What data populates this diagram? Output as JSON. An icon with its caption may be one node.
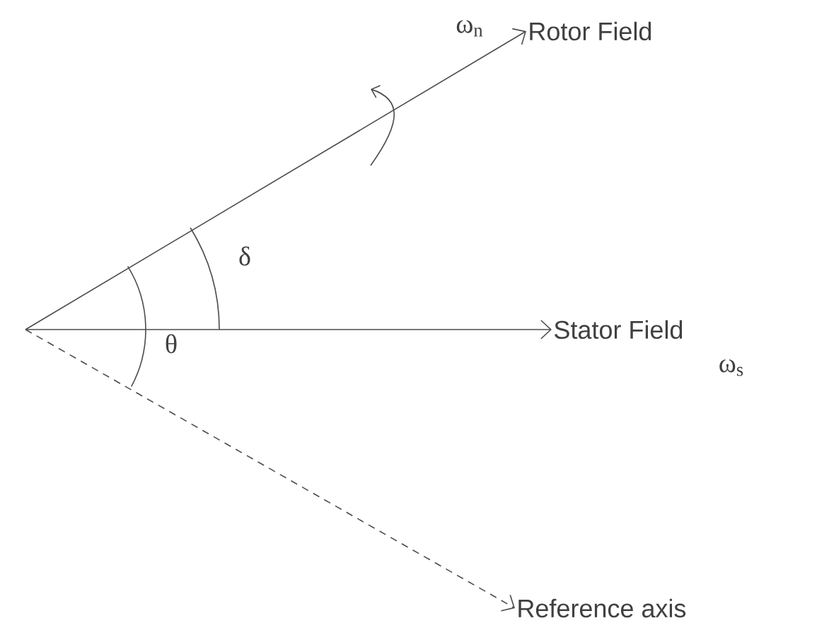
{
  "diagram": {
    "nodes": [
      {
        "text": [
          "Rotor Field"
        ]
      },
      {
        "text": [
          "Stator Field"
        ]
      },
      {
        "text": [
          "Reference axis"
        ]
      }
    ],
    "edges": [
      {
        "from": null,
        "to": 0,
        "arrow": "to"
      },
      {
        "from": null,
        "to": 1,
        "arrow": "to"
      },
      {
        "from": null,
        "to": 2,
        "arrow": "to",
        "style": "dashed"
      }
    ],
    "labels": [
      "ω$_{n}$",
      "δ",
      "θ",
      "ω$_{s}$"
    ]
  }
}
